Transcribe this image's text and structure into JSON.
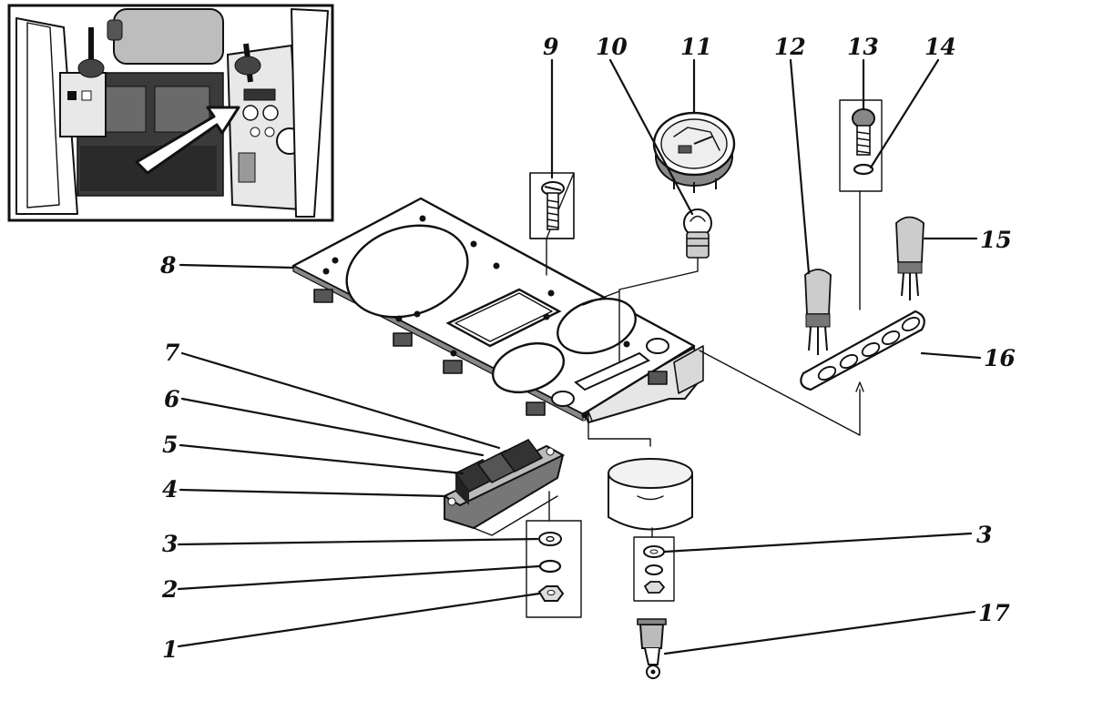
{
  "callouts": [
    {
      "id": "c1",
      "text": "1"
    },
    {
      "id": "c2",
      "text": "2"
    },
    {
      "id": "c3a",
      "text": "3"
    },
    {
      "id": "c3b",
      "text": "3"
    },
    {
      "id": "c4",
      "text": "4"
    },
    {
      "id": "c5",
      "text": "5"
    },
    {
      "id": "c6",
      "text": "6"
    },
    {
      "id": "c7",
      "text": "7"
    },
    {
      "id": "c8",
      "text": "8"
    },
    {
      "id": "c9",
      "text": "9"
    },
    {
      "id": "c10",
      "text": "10"
    },
    {
      "id": "c11",
      "text": "11"
    },
    {
      "id": "c12",
      "text": "12"
    },
    {
      "id": "c13",
      "text": "13"
    },
    {
      "id": "c14",
      "text": "14"
    },
    {
      "id": "c15",
      "text": "15"
    },
    {
      "id": "c16",
      "text": "16"
    },
    {
      "id": "c17",
      "text": "17"
    }
  ]
}
